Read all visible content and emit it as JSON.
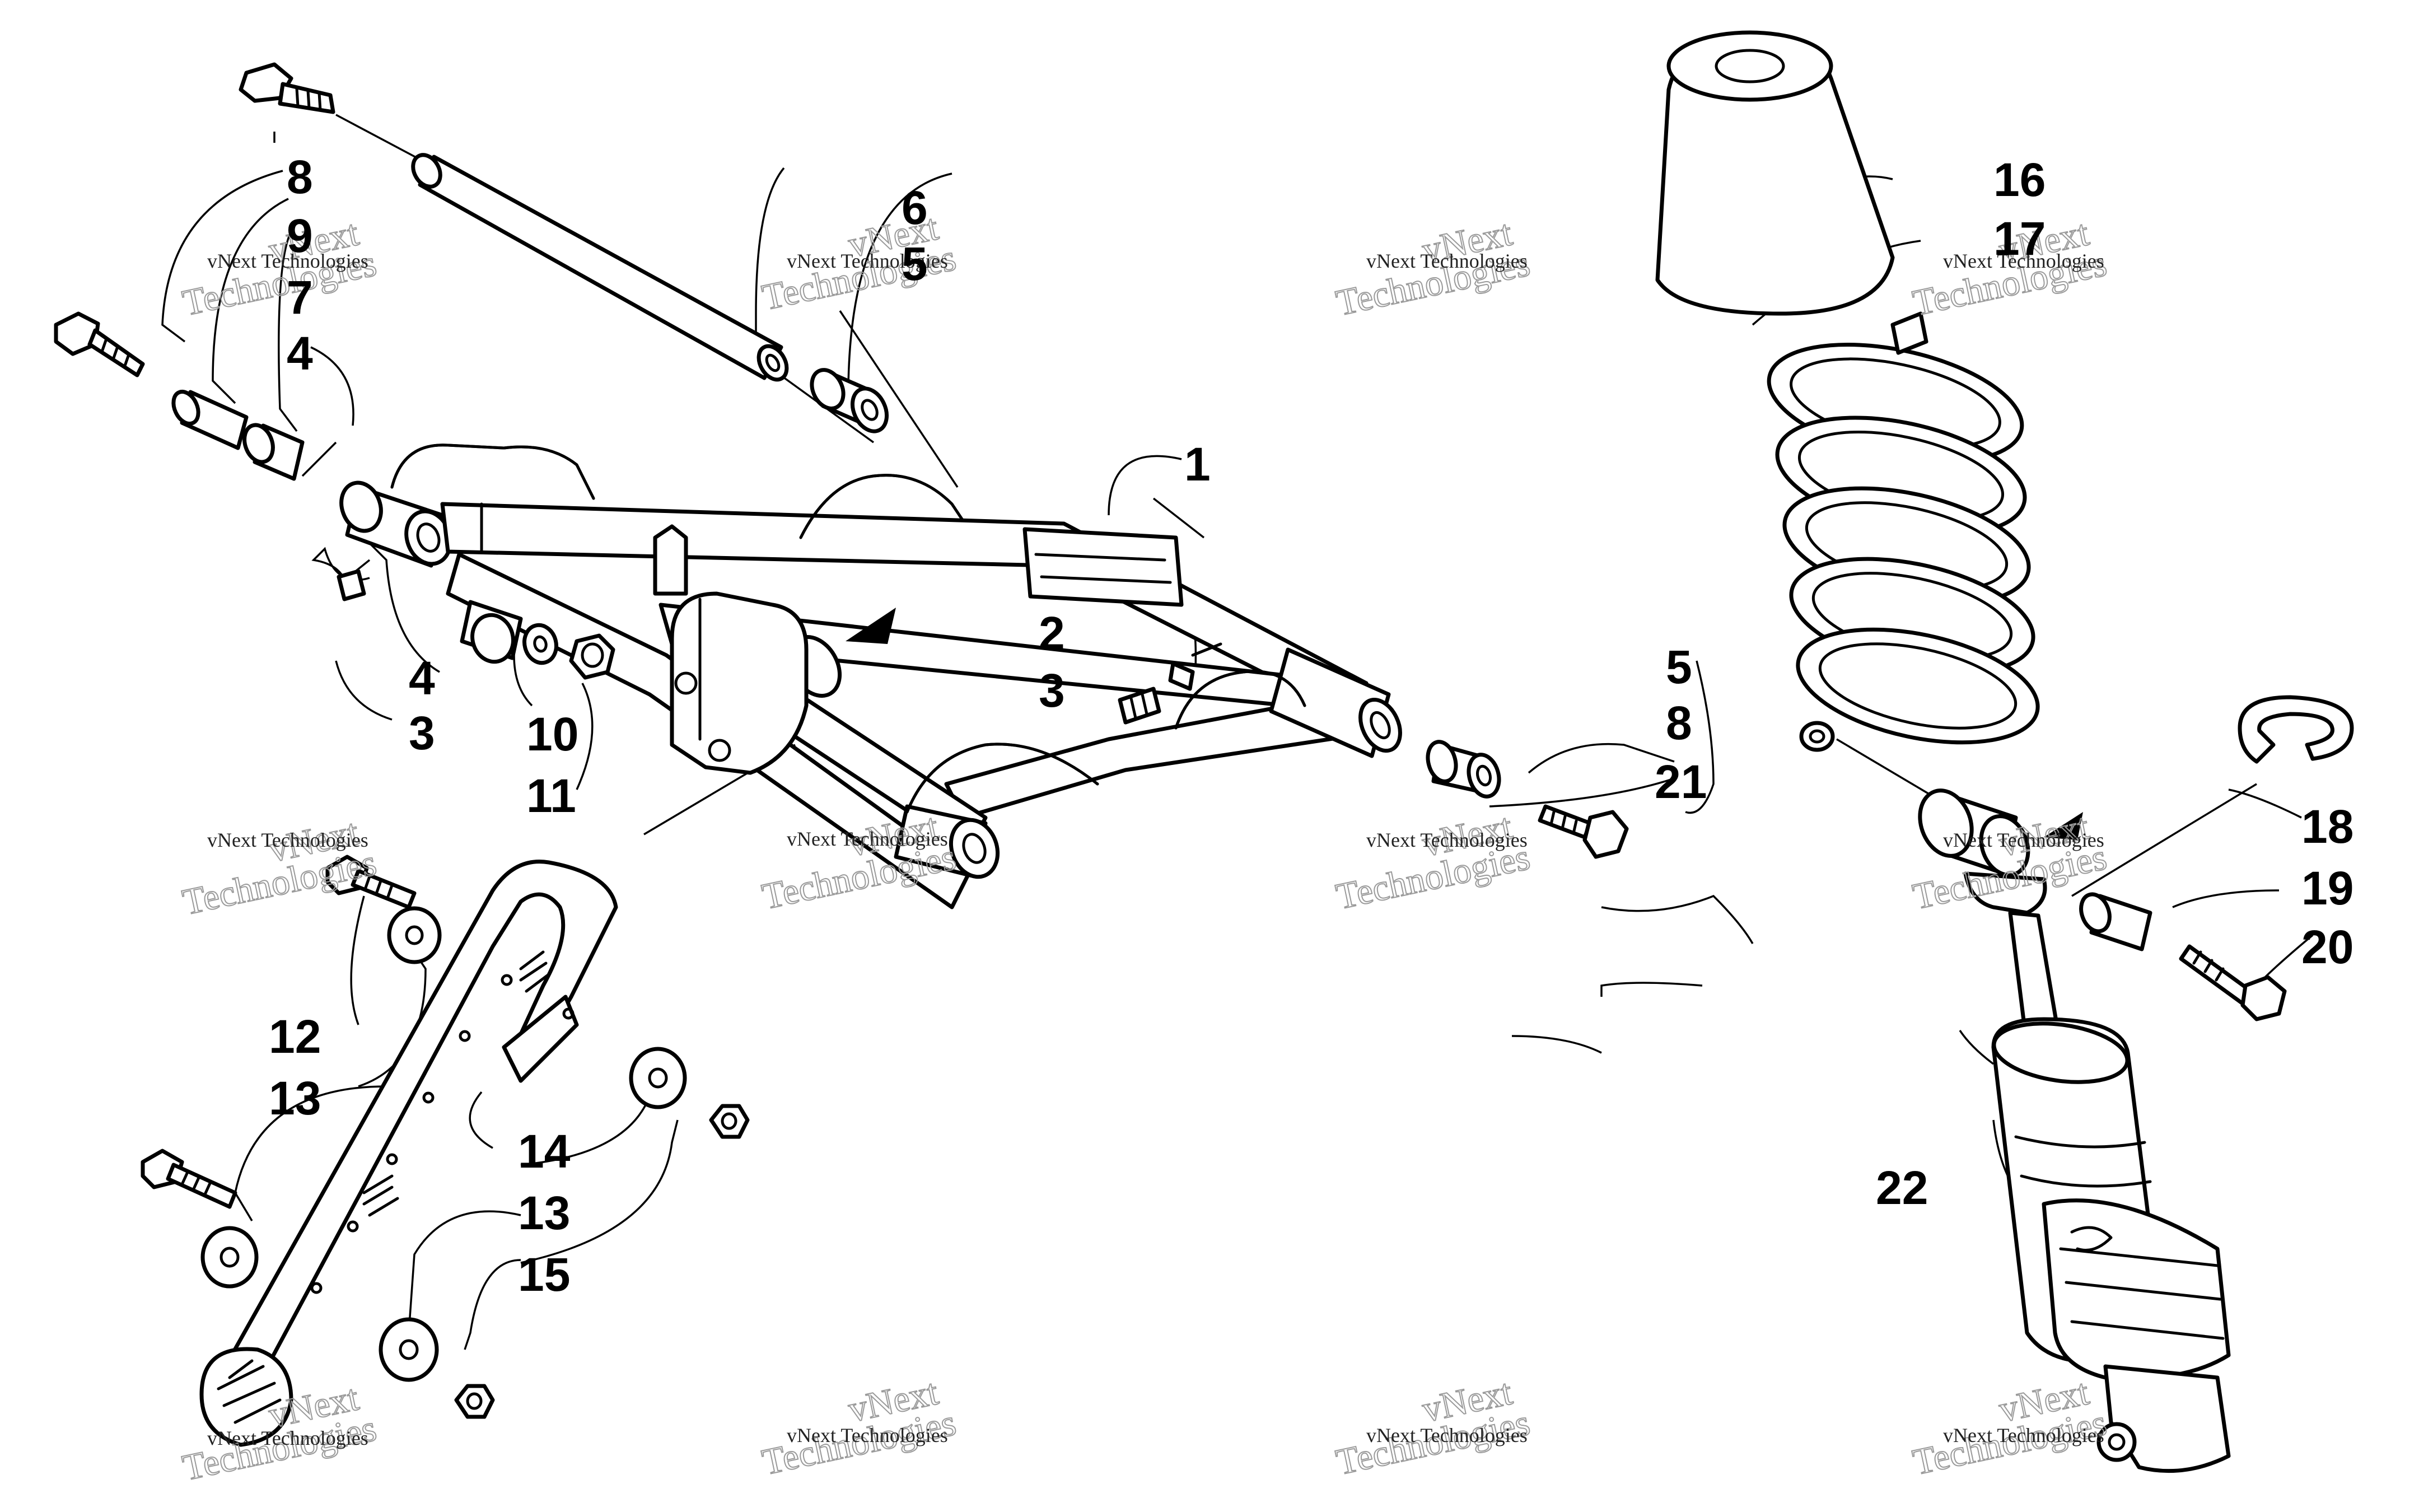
{
  "callouts": {
    "c1": "1",
    "c2": "2",
    "c3a": "3",
    "c3b": "3",
    "c4a": "4",
    "c4b": "4",
    "c5a": "5",
    "c5b": "5",
    "c6": "6",
    "c7": "7",
    "c8a": "8",
    "c8b": "8",
    "c9": "9",
    "c10": "10",
    "c11": "11",
    "c12": "12",
    "c13a": "13",
    "c13b": "13",
    "c14": "14",
    "c15": "15",
    "c16": "16",
    "c17": "17",
    "c18": "18",
    "c19": "19",
    "c20": "20",
    "c21": "21",
    "c22": "22"
  },
  "watermark": {
    "small": "vNext Technologies",
    "big_line1": "vNext",
    "big_line2": "Technologies"
  },
  "colors": {
    "ink": "#000000",
    "paper": "#ffffff",
    "watermark": "#9a9a9a"
  }
}
